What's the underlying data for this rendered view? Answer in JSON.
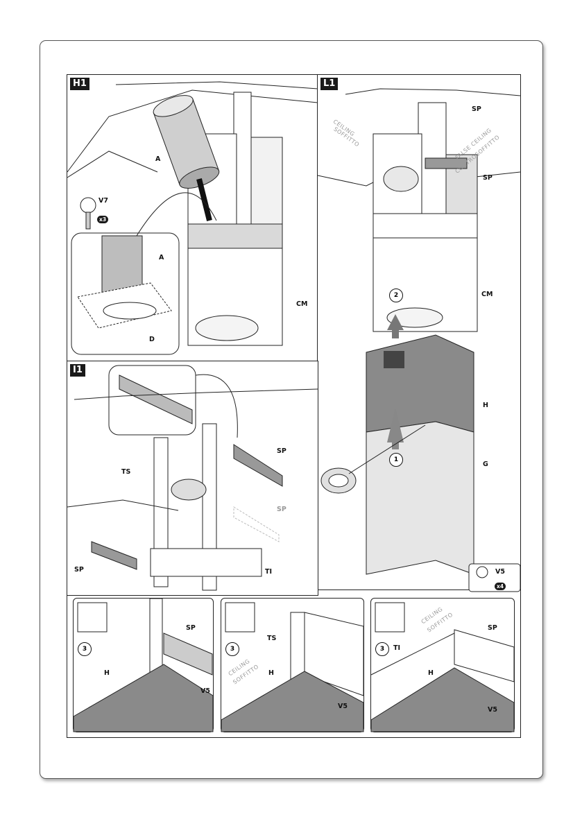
{
  "panels": {
    "h1": {
      "tag": "H1",
      "labels": {
        "a": "A",
        "a2": "A",
        "v7": "V7",
        "x3": "x3",
        "d": "D",
        "cm": "CM"
      }
    },
    "l1": {
      "tag": "L1",
      "labels": {
        "sp1": "SP",
        "sp2": "SP",
        "cm": "CM",
        "h": "H",
        "g": "G",
        "step1": "1",
        "step2": "2"
      },
      "ceiling": "CEILING",
      "soffitto": "SOFFITTO",
      "false_ceiling": "FALSE CEILING",
      "controsoffitto": "CONTROSOFFITTO"
    },
    "i1": {
      "tag": "I1",
      "labels": {
        "sp1": "SP",
        "sp2": "SP",
        "sp3": "SP",
        "ts": "TS",
        "ti": "TI"
      }
    },
    "bottom": {
      "left": {
        "step": "3",
        "sp": "SP",
        "h": "H",
        "v5": "V5"
      },
      "mid": {
        "step": "3",
        "ts": "TS",
        "h": "H",
        "v5": "V5",
        "ceiling": "CEILING",
        "soffitto": "SOFFITTO"
      },
      "right": {
        "step": "3",
        "ti": "TI",
        "h": "H",
        "sp": "SP",
        "v5": "V5",
        "ceiling": "CEILING",
        "soffitto": "SOFFITTO"
      },
      "screw": {
        "v5": "V5",
        "x4": "x4"
      }
    }
  }
}
